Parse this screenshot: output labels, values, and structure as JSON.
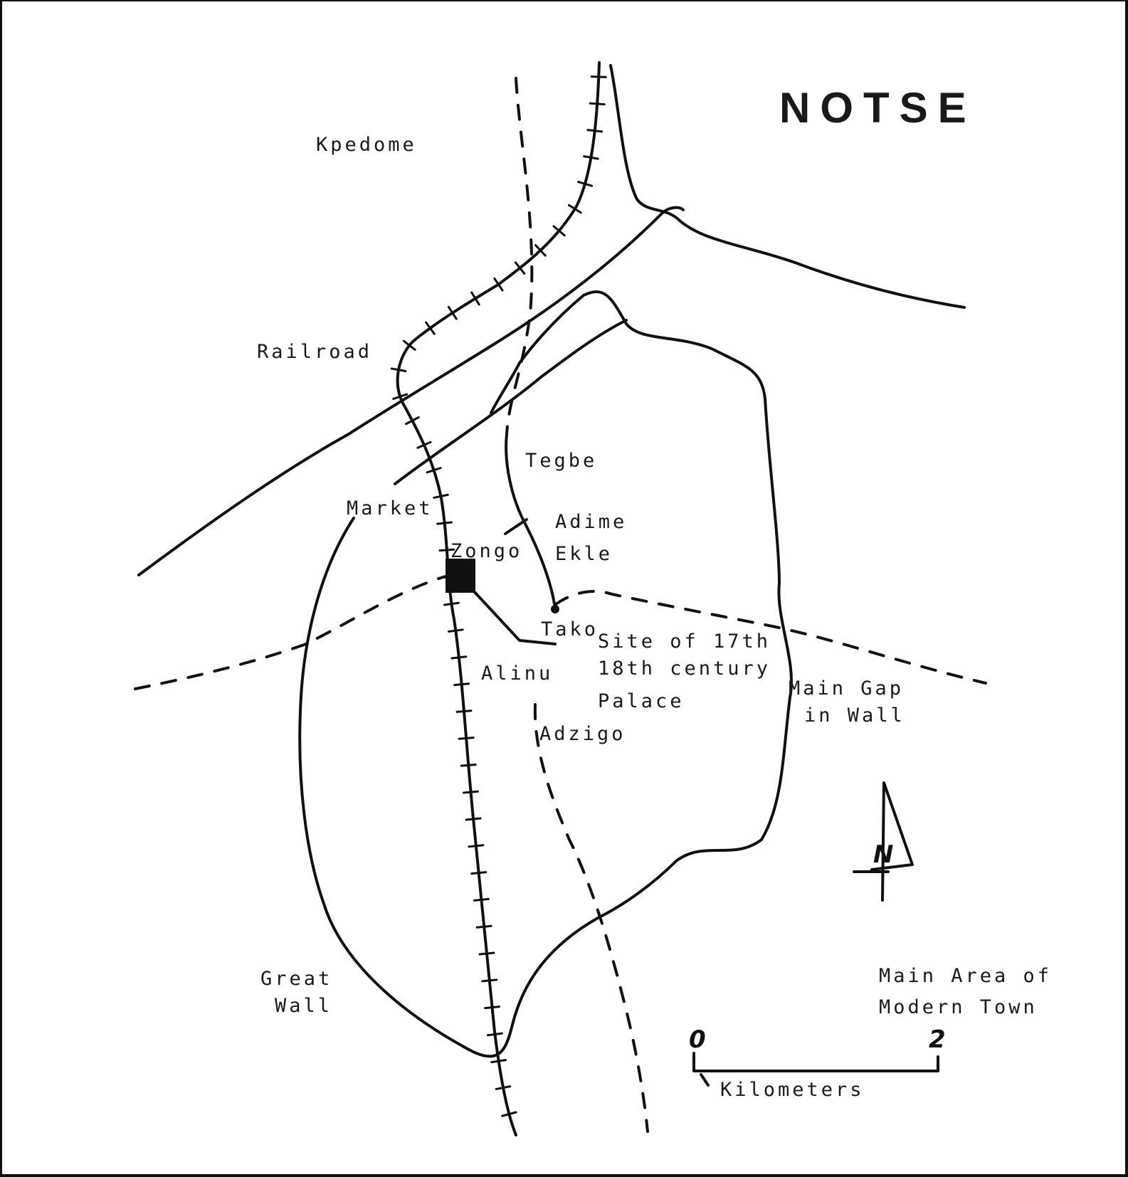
{
  "title": "NOTSE",
  "labels": {
    "kpedome": "Kpedome",
    "railroad": "Railroad",
    "tegbe": "Tegbe",
    "market": "Market",
    "adime": "Adime",
    "ekle": "Ekle",
    "zongo": "Zongo",
    "tako": "Tako",
    "site_line1": "Site of 17th",
    "site_line2": "18th century",
    "site_line3": "Palace",
    "alinu": "Alinu",
    "main_gap_line1": "Main Gap",
    "main_gap_line2": "in Wall",
    "adzigo": "Adzigo",
    "great_line1": "Great",
    "great_line2": "Wall",
    "modern_line1": "Main Area of",
    "modern_line2": "Modern Town"
  },
  "north_arrow": {
    "letter": "N"
  },
  "scale_bar": {
    "start": "0",
    "end": "2",
    "unit": "Kilometers"
  }
}
